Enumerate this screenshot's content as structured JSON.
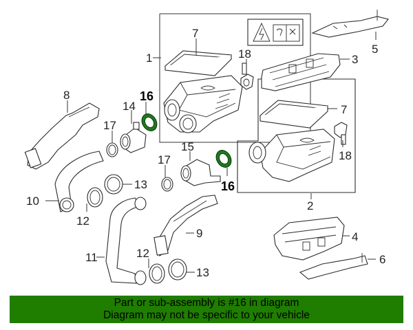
{
  "callouts": {
    "c1": "1",
    "c2": "2",
    "c3": "3",
    "c4": "4",
    "c5": "5",
    "c6": "6",
    "c7a": "7",
    "c7b": "7",
    "c8": "8",
    "c9": "9",
    "c10": "10",
    "c11": "11",
    "c12a": "12",
    "c12b": "12",
    "c13a": "13",
    "c13b": "13",
    "c14": "14",
    "c15": "15",
    "c16a": "16",
    "c16b": "16",
    "c17a": "17",
    "c17b": "17",
    "c18a": "18",
    "c18b": "18"
  },
  "banner": {
    "line1": "Part or sub-assembly is #16 in diagram",
    "line2": "Diagram may not be specific to your vehicle"
  },
  "colors": {
    "banner_bg": "#1f7d00",
    "highlight": "#1f7a1f"
  },
  "icons": [
    "warning-electrical-icon",
    "manual-icon"
  ]
}
